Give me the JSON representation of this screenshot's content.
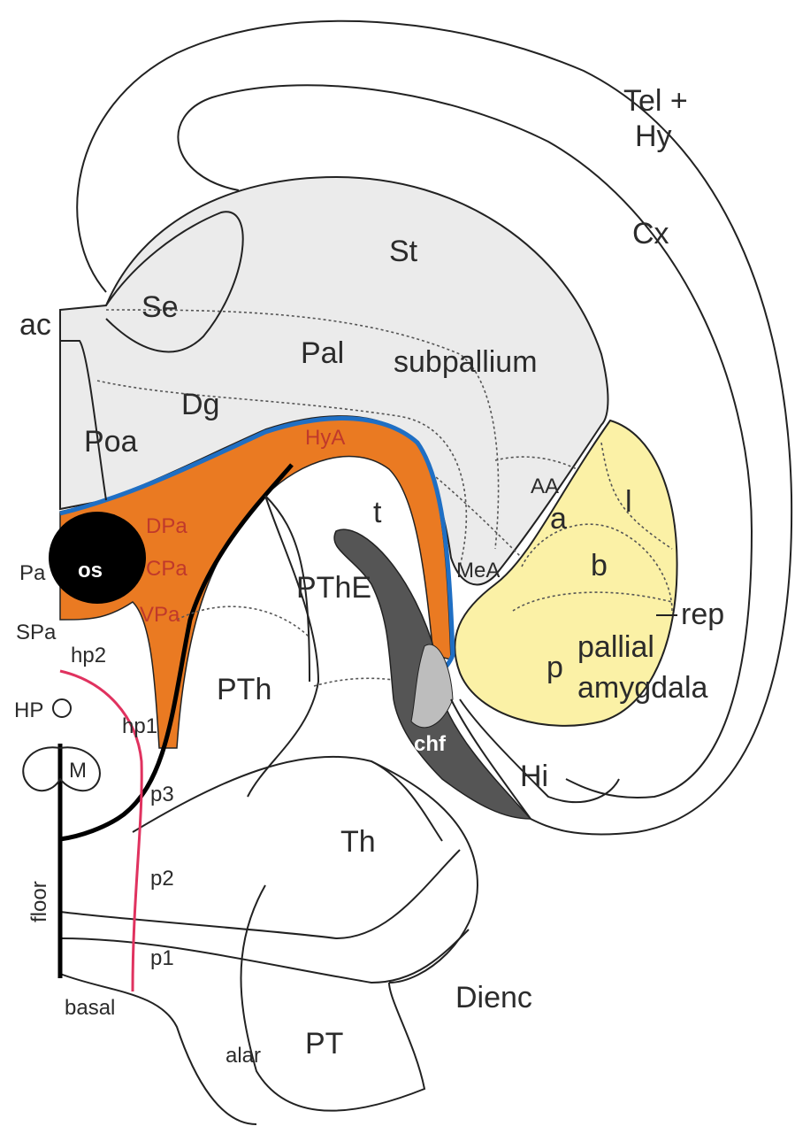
{
  "labels": {
    "tel_hy_1": "Tel +",
    "tel_hy_2": "Hy",
    "cx": "Cx",
    "st": "St",
    "se": "Se",
    "ac": "ac",
    "pal": "Pal",
    "subpallium": "subpallium",
    "dg": "Dg",
    "poa": "Poa",
    "hya": "HyA",
    "aa": "AA",
    "a": "a",
    "l": "l",
    "b": "b",
    "mea": "MeA",
    "rep": "rep",
    "p": "p",
    "pallial": "pallial",
    "amygdala": "amygdala",
    "t": "t",
    "pa": "Pa",
    "os": "os",
    "dpa": "DPa",
    "cpa": "CPa",
    "vpa": "VPa",
    "spa": "SPa",
    "hp2": "hp2",
    "hp1": "hp1",
    "hp": "HP",
    "m": "M",
    "pthe": "PThE",
    "pth": "PTh",
    "chf": "chf",
    "hi": "Hi",
    "p3": "p3",
    "p2": "p2",
    "p1": "p1",
    "th": "Th",
    "floor": "floor",
    "basal": "basal",
    "dienc": "Dienc",
    "pt": "PT",
    "alar": "alar"
  },
  "colors": {
    "subpallium_fill": "#ebebeb",
    "amygdala_fill": "#fbf1a6",
    "hypothalamus_orange": "#ea7a22",
    "boundary_blue": "#1f6fc4",
    "dark_region": "#555555",
    "hp_line_red": "#e0325f"
  }
}
